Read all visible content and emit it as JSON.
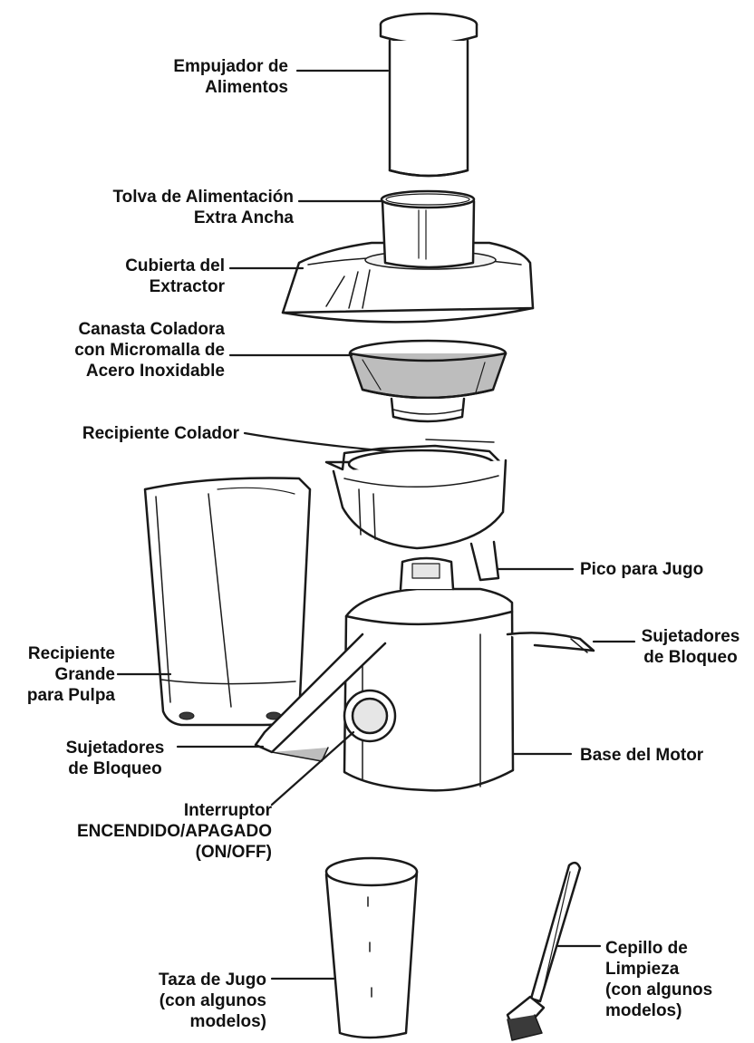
{
  "labels": {
    "food_pusher": [
      "Empujador de",
      "Alimentos"
    ],
    "feed_chute": [
      "Tolva de Alimentación",
      "Extra Ancha"
    ],
    "juicer_cover": [
      "Cubierta del",
      "Extractor"
    ],
    "filter_basket": [
      "Canasta Coladora",
      "con Micromalla de",
      "Acero Inoxidable"
    ],
    "filter_bowl": [
      "Recipiente Colador"
    ],
    "juice_spout": [
      "Pico para Jugo"
    ],
    "pulp_container": [
      "Recipiente",
      "Grande",
      "para Pulpa"
    ],
    "locking_arms_right": [
      "Sujetadores",
      "de Bloqueo"
    ],
    "motor_base": [
      "Base del Motor"
    ],
    "locking_arms_left": [
      "Sujetadores",
      "de Bloqueo"
    ],
    "power_switch": [
      "Interruptor",
      "ENCENDIDO/APAGADO",
      "(ON/OFF)"
    ],
    "juice_cup": [
      "Taza de Jugo",
      "(con algunos",
      "modelos)"
    ],
    "cleaning_brush": [
      "Cepillo de",
      "Limpieza",
      "(con algunos",
      "modelos)"
    ]
  },
  "colors": {
    "outline": "#1a1a1a",
    "fill": "#ffffff",
    "shade": "#e6e6e6",
    "mesh": "#bdbdbd",
    "dark": "#3a3a3a"
  }
}
